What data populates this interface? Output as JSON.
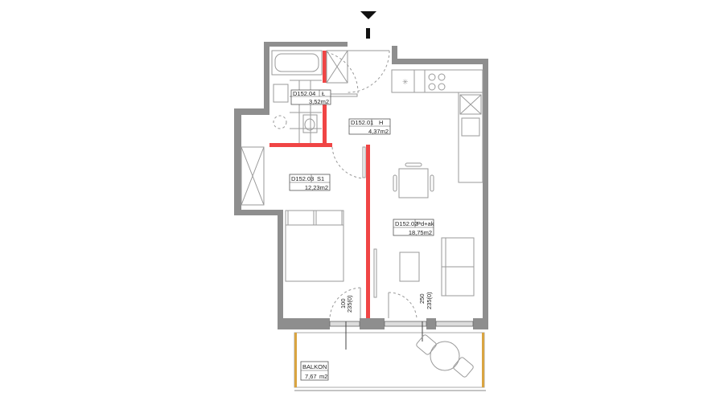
{
  "section_marker": "I",
  "rooms": [
    {
      "code": "D152.04",
      "type": "Ł",
      "area": "3,52m2"
    },
    {
      "code": "D152.01",
      "type": "H",
      "area": "4,37m2"
    },
    {
      "code": "D152.03",
      "type": "S1",
      "area": "12,23m2"
    },
    {
      "code": "D152.02",
      "type": "Pd+ak",
      "area": "18,75m2"
    }
  ],
  "balcony": {
    "name": "BALKON",
    "area": "7,67",
    "unit": "m2"
  },
  "dimensions": {
    "left_window_a": "100",
    "left_window_b": "235(0)",
    "right_window_a": "250",
    "right_window_b": "235(0)"
  },
  "colors": {
    "wall": "#8e8e8e",
    "new_wall": "#f04545"
  }
}
